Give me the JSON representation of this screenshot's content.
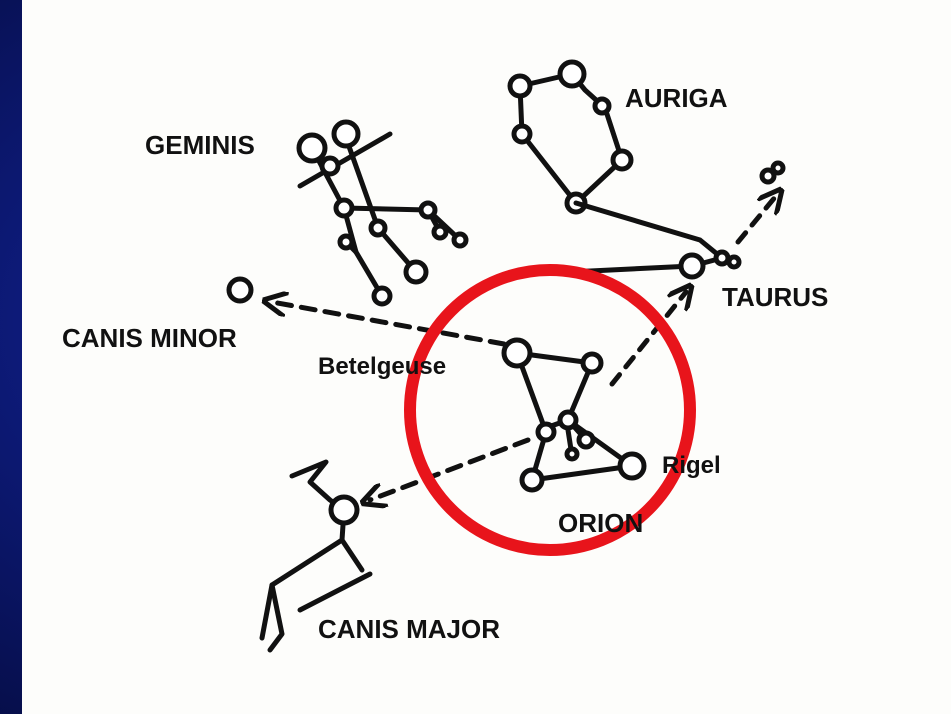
{
  "diagram": {
    "labels": {
      "auriga": "AURIGA",
      "geminis": "GEMINIS",
      "taurus": "TAURUS",
      "canis_minor": "CANIS MINOR",
      "betelgeuse": "Betelgeuse",
      "rigel": "Rigel",
      "orion": "ORION",
      "canis_major": "CANIS MAJOR"
    },
    "colors": {
      "background": "#0b1660",
      "paper": "#fdfdfb",
      "ink": "#111111",
      "highlight_ring": "#e8141b"
    }
  }
}
